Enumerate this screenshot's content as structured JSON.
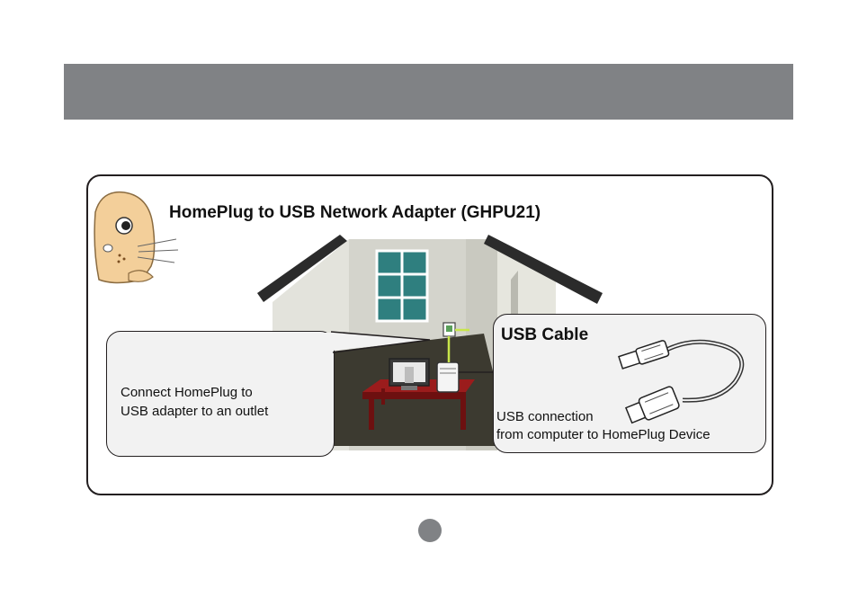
{
  "panel": {
    "title": "HomePlug to USB Network Adapter (GHPU21)"
  },
  "callouts": {
    "outlet": {
      "line1": "Connect HomePlug to",
      "line2": "USB adapter to an outlet"
    },
    "usb": {
      "heading": "USB Cable",
      "line1": "USB connection",
      "line2": "from computer to HomePlug Device"
    }
  },
  "icons": [
    "mascot-icon",
    "house-illustration",
    "monitor-icon",
    "computer-tower-icon",
    "homeplug-adapter-icon",
    "usb-cable-icon"
  ],
  "colors": {
    "header": "#808285",
    "outline": "#231f20",
    "callout_fill": "#f2f2f2",
    "table": "#8b1a1a",
    "cable_green": "#c8e64a"
  }
}
